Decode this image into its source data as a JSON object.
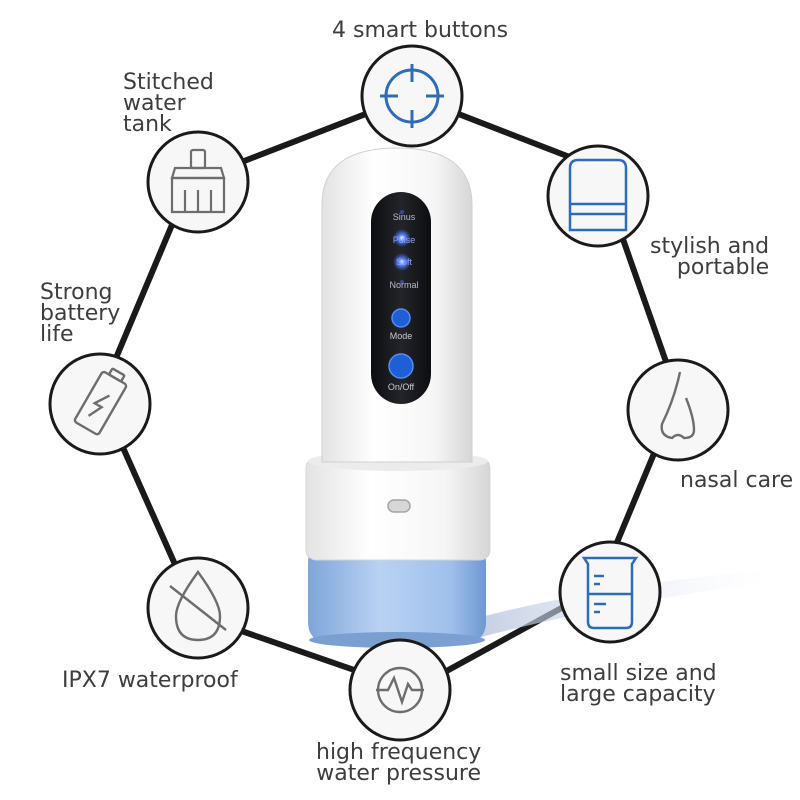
{
  "features": {
    "smart_buttons": "4 smart buttons",
    "tank": [
      "Stitched",
      "water",
      "tank"
    ],
    "battery": [
      "Strong",
      "battery",
      "life"
    ],
    "waterproof": "IPX7 waterproof",
    "portable": [
      "stylish and",
      "portable"
    ],
    "nasal": "nasal care",
    "capacity": [
      "small size and",
      "large capacity"
    ],
    "pressure": [
      "high frequency",
      "water pressure"
    ]
  },
  "device": {
    "modes": [
      "Sinus",
      "Pulse",
      "Soft",
      "Normal"
    ],
    "mode_button": "Mode",
    "power_button": "On/Off"
  },
  "icons": {
    "smart_buttons": "crosshair-icon",
    "tank": "brush-icon",
    "battery": "battery-icon",
    "waterproof": "water-drop-icon",
    "portable": "device-icon",
    "nasal": "nose-icon",
    "capacity": "beaker-icon",
    "pressure": "pulse-icon"
  },
  "colors": {
    "ring": "#1a1a1a",
    "icon": "#2e6cb5",
    "icon_gray": "#6d6d6d",
    "device_blue": "#8eb6ea",
    "led": "#3f6cff"
  }
}
